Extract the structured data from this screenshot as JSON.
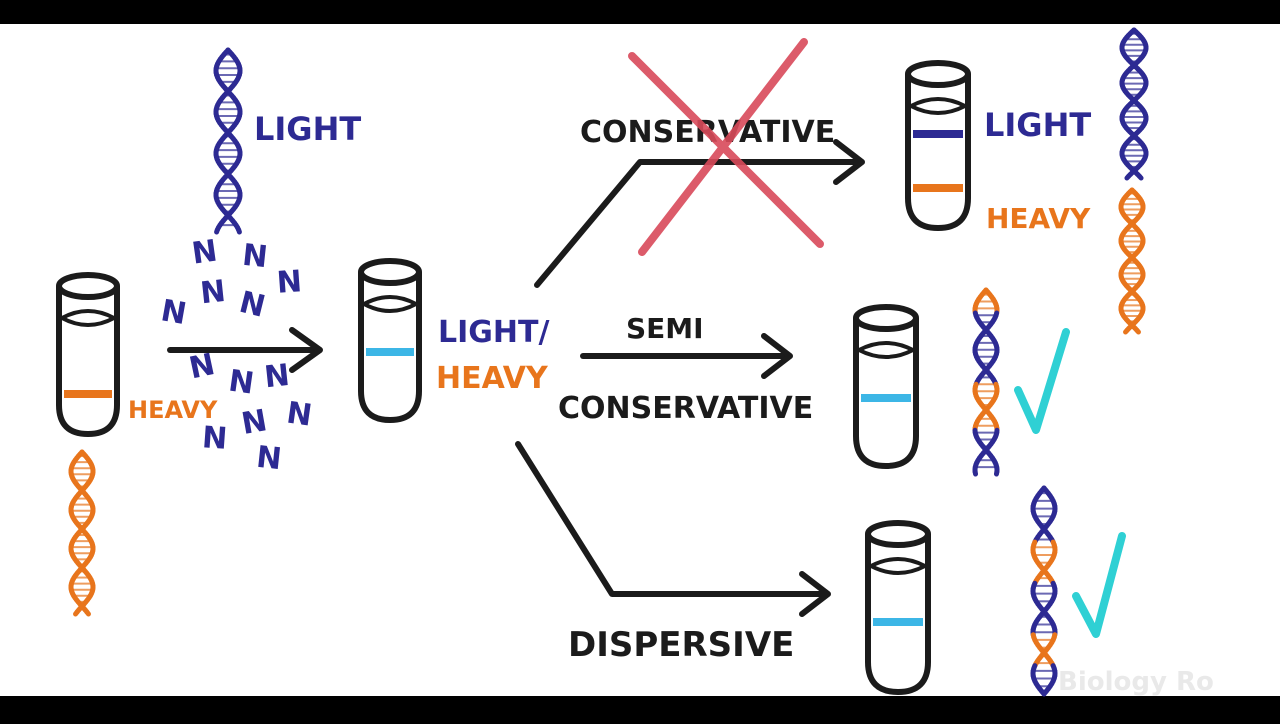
{
  "colors": {
    "light": "#2d2a93",
    "heavy": "#e8751c",
    "hybrid": "#3cb6e6",
    "ink": "#1b1b1b",
    "cross": "#d94a5a",
    "check": "#2fd0d4",
    "background": "#ffffff",
    "letterbox": "#000000"
  },
  "labels": {
    "light_top": "LIGHT",
    "heavy_parent": "HEAVY",
    "hybrid_light": "LIGHT/",
    "hybrid_heavy": "HEAVY",
    "conservative": "CONSERVATIVE",
    "semi": "SEMI",
    "semi_conservative": "CONSERVATIVE",
    "dispersive": "DISPERSIVE",
    "result_light": "LIGHT",
    "result_heavy": "HEAVY",
    "nitrogen": "N",
    "watermark": "Biology Ro"
  },
  "models": [
    {
      "name": "CONSERVATIVE",
      "status": "rejected",
      "bands": [
        "light",
        "heavy"
      ]
    },
    {
      "name": "SEMI CONSERVATIVE",
      "status": "consistent",
      "bands": [
        "hybrid"
      ]
    },
    {
      "name": "DISPERSIVE",
      "status": "consistent",
      "bands": [
        "hybrid"
      ]
    }
  ],
  "icons": {
    "helix": "dna-helix-icon",
    "tube": "test-tube-icon",
    "cross": "cross-mark-icon",
    "check": "check-mark-icon"
  }
}
